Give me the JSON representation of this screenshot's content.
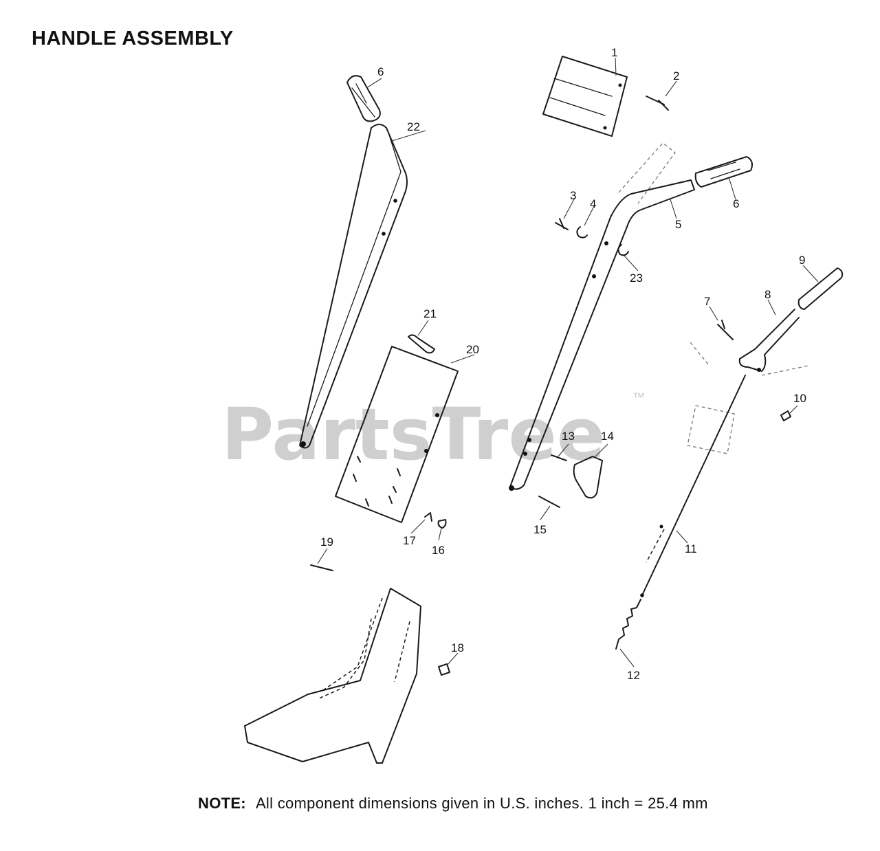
{
  "title": "HANDLE ASSEMBLY",
  "note": {
    "label": "NOTE:",
    "text": "All component dimensions given in U.S. inches.  1 inch = 25.4 mm"
  },
  "watermark": {
    "brand": "PartsTree",
    "mark": "™"
  },
  "callouts": [
    "1",
    "2",
    "3",
    "4",
    "5",
    "6",
    "6",
    "7",
    "8",
    "9",
    "10",
    "11",
    "12",
    "13",
    "14",
    "15",
    "16",
    "17",
    "18",
    "19",
    "20",
    "21",
    "22",
    "23"
  ],
  "colors": {
    "ink": "#1a1a1a",
    "watermark": "#cfcfcf"
  }
}
